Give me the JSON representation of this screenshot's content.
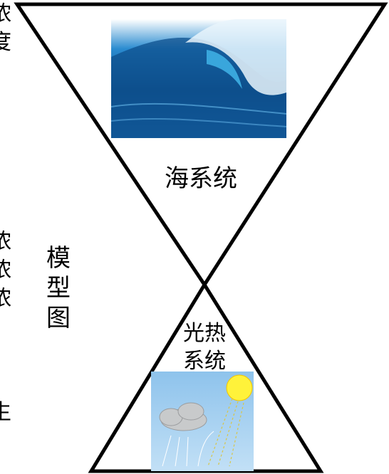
{
  "diagram": {
    "sea_system_label": "海系统",
    "light_heat_label_line1": "光热",
    "light_heat_label_line2": "系统",
    "model_label_chars": [
      "模",
      "型",
      "图"
    ],
    "edge_left_chars": [
      "浓",
      "度",
      "",
      "",
      "",
      "",
      "",
      "",
      "浓",
      "浓",
      "浓",
      "",
      "",
      "",
      "生"
    ]
  },
  "colors": {
    "sky": "#9cc9ee",
    "sun": "#fff23a",
    "wave_deep": "#0d4f8c",
    "wave_mid": "#2a8bd0",
    "foam": "#e9f5fb",
    "cloud": "#c8cacb",
    "outline": "#000000"
  }
}
